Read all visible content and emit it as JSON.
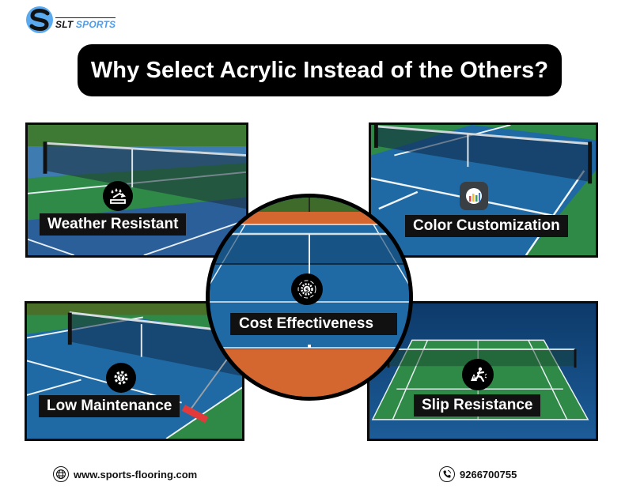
{
  "brand": {
    "logo_letter": "S",
    "name_part1": "SLT",
    "name_part2": "SPORTS",
    "colors": {
      "primary_blue": "#5aaaf0",
      "dark": "#111111"
    }
  },
  "header": {
    "title": "Why Select Acrylic Instead of the Others?"
  },
  "features": [
    {
      "label": "Weather Resistant",
      "icon": "weather-resistant-icon",
      "position": "top-left"
    },
    {
      "label": "Color Customization",
      "icon": "color-gear-chart-icon",
      "position": "top-right"
    },
    {
      "label": "Cost Effectiveness",
      "icon": "dollar-gear-icon",
      "position": "center"
    },
    {
      "label": "Low Maintenance",
      "icon": "wrench-gear-icon",
      "position": "bottom-left"
    },
    {
      "label": "Slip Resistance",
      "icon": "slip-warning-icon",
      "position": "bottom-right"
    }
  ],
  "footer": {
    "website": "www.sports-flooring.com",
    "phone": "9266700755"
  },
  "colors": {
    "court_blue": "#1f6aa5",
    "court_green": "#2f8a47",
    "court_orange": "#d4672f",
    "fence_green": "#3f6b2a",
    "label_bg": "#111111"
  }
}
